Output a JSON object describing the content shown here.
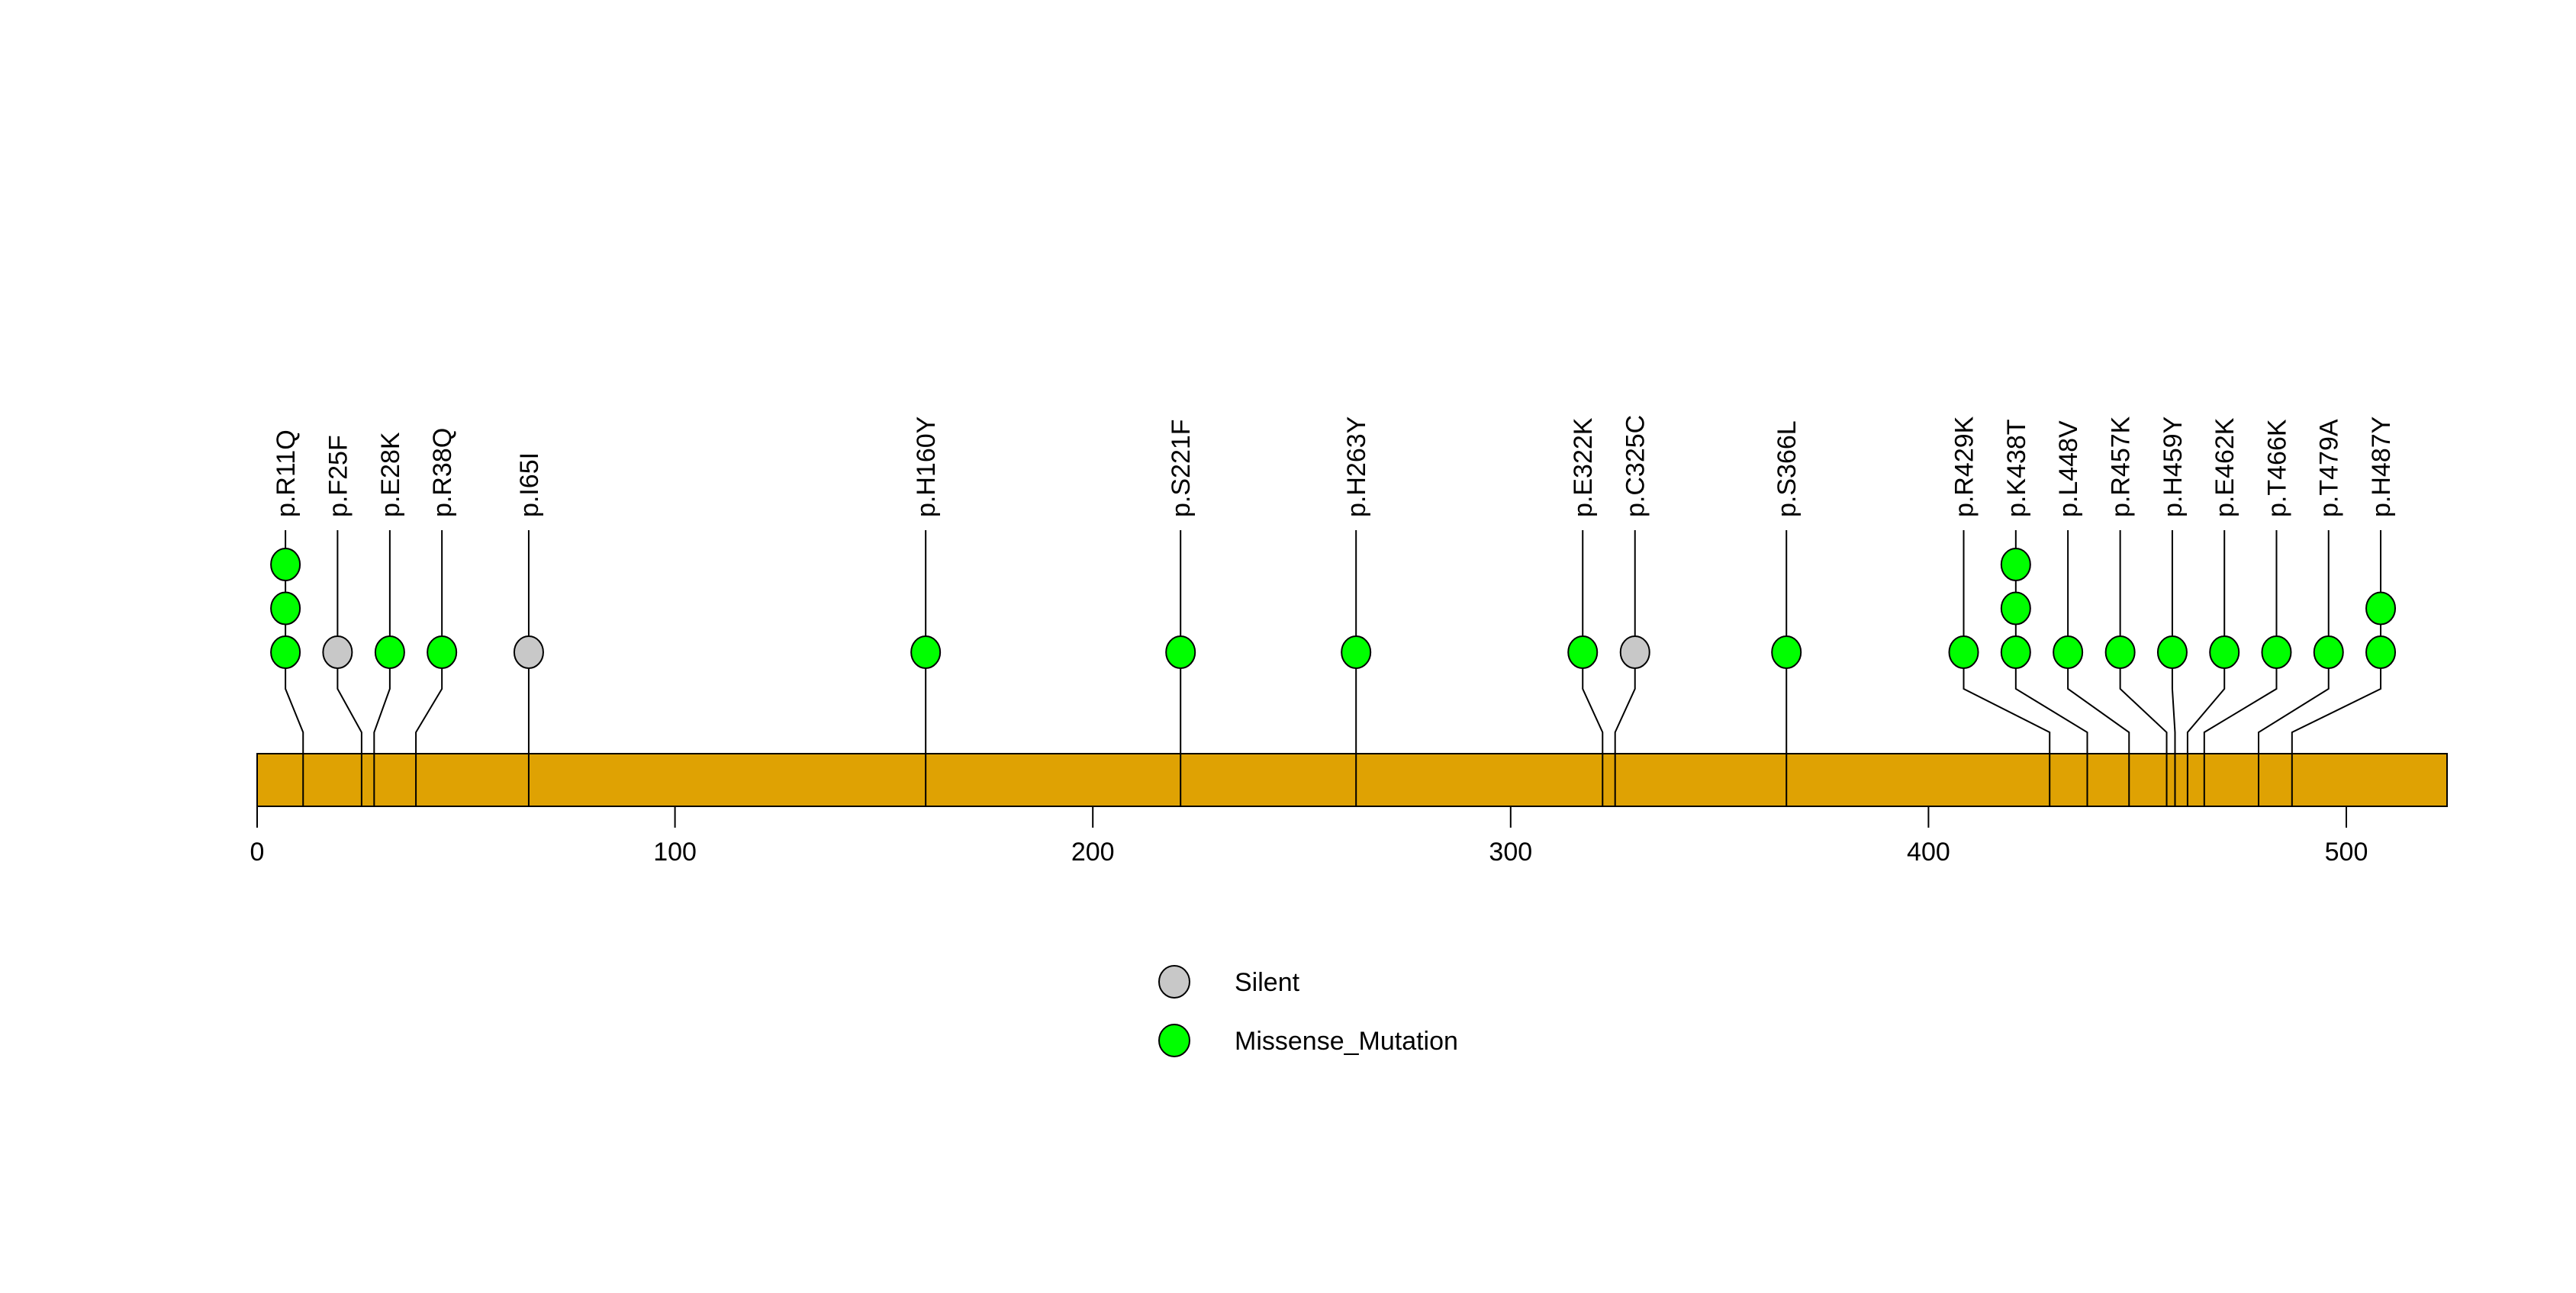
{
  "chart_data": {
    "type": "lollipop",
    "description": "Protein lollipop mutation plot",
    "axis": {
      "ticks": [
        0,
        100,
        200,
        300,
        400,
        500
      ],
      "xlim": [
        0,
        524
      ],
      "grid": false
    },
    "protein_bar_color": "#DFA203",
    "stem_color": "#000000",
    "mutations": [
      {
        "label": "p.R11Q",
        "position": 11,
        "count": 3,
        "type": "Missense_Mutation"
      },
      {
        "label": "p.F25F",
        "position": 25,
        "count": 1,
        "type": "Silent"
      },
      {
        "label": "p.E28K",
        "position": 28,
        "count": 1,
        "type": "Missense_Mutation"
      },
      {
        "label": "p.R38Q",
        "position": 38,
        "count": 1,
        "type": "Missense_Mutation"
      },
      {
        "label": "p.I65I",
        "position": 65,
        "count": 1,
        "type": "Silent"
      },
      {
        "label": "p.H160Y",
        "position": 160,
        "count": 1,
        "type": "Missense_Mutation"
      },
      {
        "label": "p.S221F",
        "position": 221,
        "count": 1,
        "type": "Missense_Mutation"
      },
      {
        "label": "p.H263Y",
        "position": 263,
        "count": 1,
        "type": "Missense_Mutation"
      },
      {
        "label": "p.E322K",
        "position": 322,
        "count": 1,
        "type": "Missense_Mutation"
      },
      {
        "label": "p.C325C",
        "position": 325,
        "count": 1,
        "type": "Silent"
      },
      {
        "label": "p.S366L",
        "position": 366,
        "count": 1,
        "type": "Missense_Mutation"
      },
      {
        "label": "p.R429K",
        "position": 429,
        "count": 1,
        "type": "Missense_Mutation"
      },
      {
        "label": "p.K438T",
        "position": 438,
        "count": 3,
        "type": "Missense_Mutation"
      },
      {
        "label": "p.L448V",
        "position": 448,
        "count": 1,
        "type": "Missense_Mutation"
      },
      {
        "label": "p.R457K",
        "position": 457,
        "count": 1,
        "type": "Missense_Mutation"
      },
      {
        "label": "p.H459Y",
        "position": 459,
        "count": 1,
        "type": "Missense_Mutation"
      },
      {
        "label": "p.E462K",
        "position": 462,
        "count": 1,
        "type": "Missense_Mutation"
      },
      {
        "label": "p.T466K",
        "position": 466,
        "count": 1,
        "type": "Missense_Mutation"
      },
      {
        "label": "p.T479A",
        "position": 479,
        "count": 1,
        "type": "Missense_Mutation"
      },
      {
        "label": "p.H487Y",
        "position": 487,
        "count": 2,
        "type": "Missense_Mutation"
      }
    ],
    "legend": [
      {
        "label": "Silent",
        "color": "#C8C8C8"
      },
      {
        "label": "Missense_Mutation",
        "color": "#00FF00"
      }
    ],
    "legend_position": "bottom-center"
  }
}
